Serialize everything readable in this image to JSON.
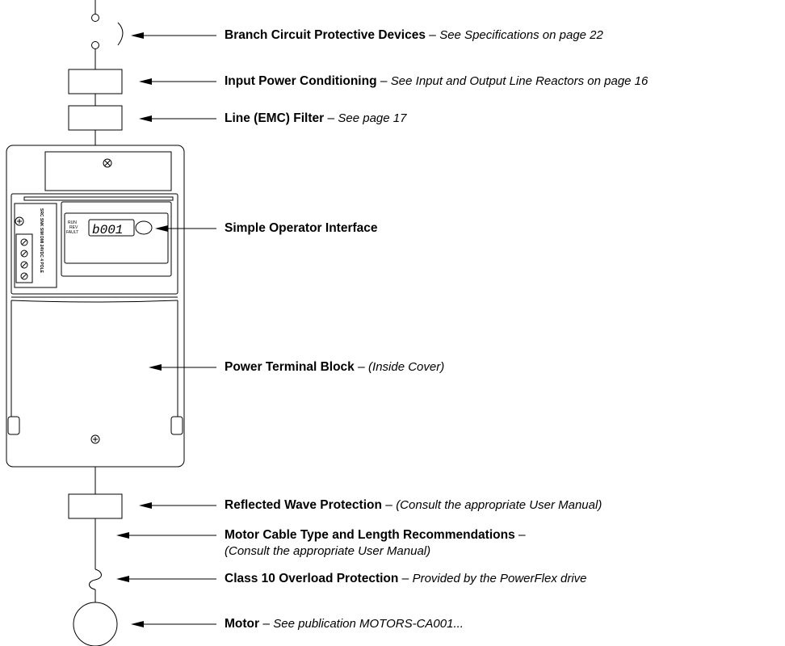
{
  "callouts": [
    {
      "id": "branch",
      "title": "Branch Circuit Protective Devices",
      "sep": " – ",
      "detail": "See Specifications on page 22"
    },
    {
      "id": "input_power",
      "title": "Input Power Conditioning",
      "sep": " – ",
      "detail": "See Input and Output Line Reactors on page 16"
    },
    {
      "id": "line_filter",
      "title": "Line (EMC) Filter",
      "sep": " – ",
      "detail": "See page 17"
    },
    {
      "id": "sop",
      "title": "Simple Operator Interface",
      "sep": "",
      "detail": ""
    },
    {
      "id": "power_terminal",
      "title": "Power Terminal Block",
      "sep": " – ",
      "detail": "(Inside Cover)"
    },
    {
      "id": "reflected_wave",
      "title": "Reflected Wave Protection",
      "sep": " – ",
      "detail": "(Consult the appropriate User Manual)"
    },
    {
      "id": "motor_cable",
      "title": "Motor Cable Type and Length Recommendations",
      "sep": " –",
      "detail": "(Consult the appropriate User Manual)"
    },
    {
      "id": "overload",
      "title": "Class 10 Overload Protection",
      "sep": " – ",
      "detail": "Provided by the PowerFlex drive"
    },
    {
      "id": "motor",
      "title": "Motor",
      "sep": " – ",
      "detail": "See publication MOTORS-CA001..."
    }
  ],
  "drive": {
    "display_text": "b001",
    "status_labels": [
      "RUN",
      "REV",
      "FAULT"
    ],
    "terminal_label": "SRC SNK  SIM DMI 24VDC 4 POLE"
  },
  "colors": {
    "line": "#000000",
    "panel_fill": "#ffffff",
    "background": "#ffffff"
  }
}
